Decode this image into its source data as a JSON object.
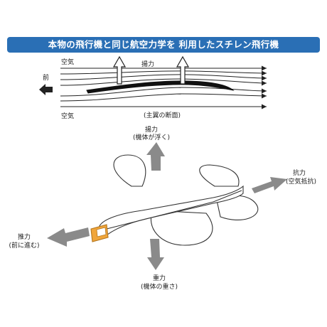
{
  "banner": {
    "title": "本物の飛行機と同じ航空力学を 利用したスチレン飛行機"
  },
  "airfoil": {
    "air_top": "空気",
    "air_bottom": "空気",
    "front": "前",
    "lift": "揚力",
    "section_label": "(主翼の断面)"
  },
  "plane": {
    "lift": {
      "title": "揚力",
      "sub": "(機体が浮く)"
    },
    "drag": {
      "title": "抗力",
      "sub": "(空気抵抗)"
    },
    "thrust": {
      "title": "推力",
      "sub": "(前に進む)"
    },
    "gravity": {
      "title": "重力",
      "sub": "(機体の重さ)"
    }
  },
  "colors": {
    "banner": "#2a6fb5",
    "arrow_gray": "#8a8a8a",
    "nose_orange": "#f0a53a",
    "line": "#222222"
  }
}
